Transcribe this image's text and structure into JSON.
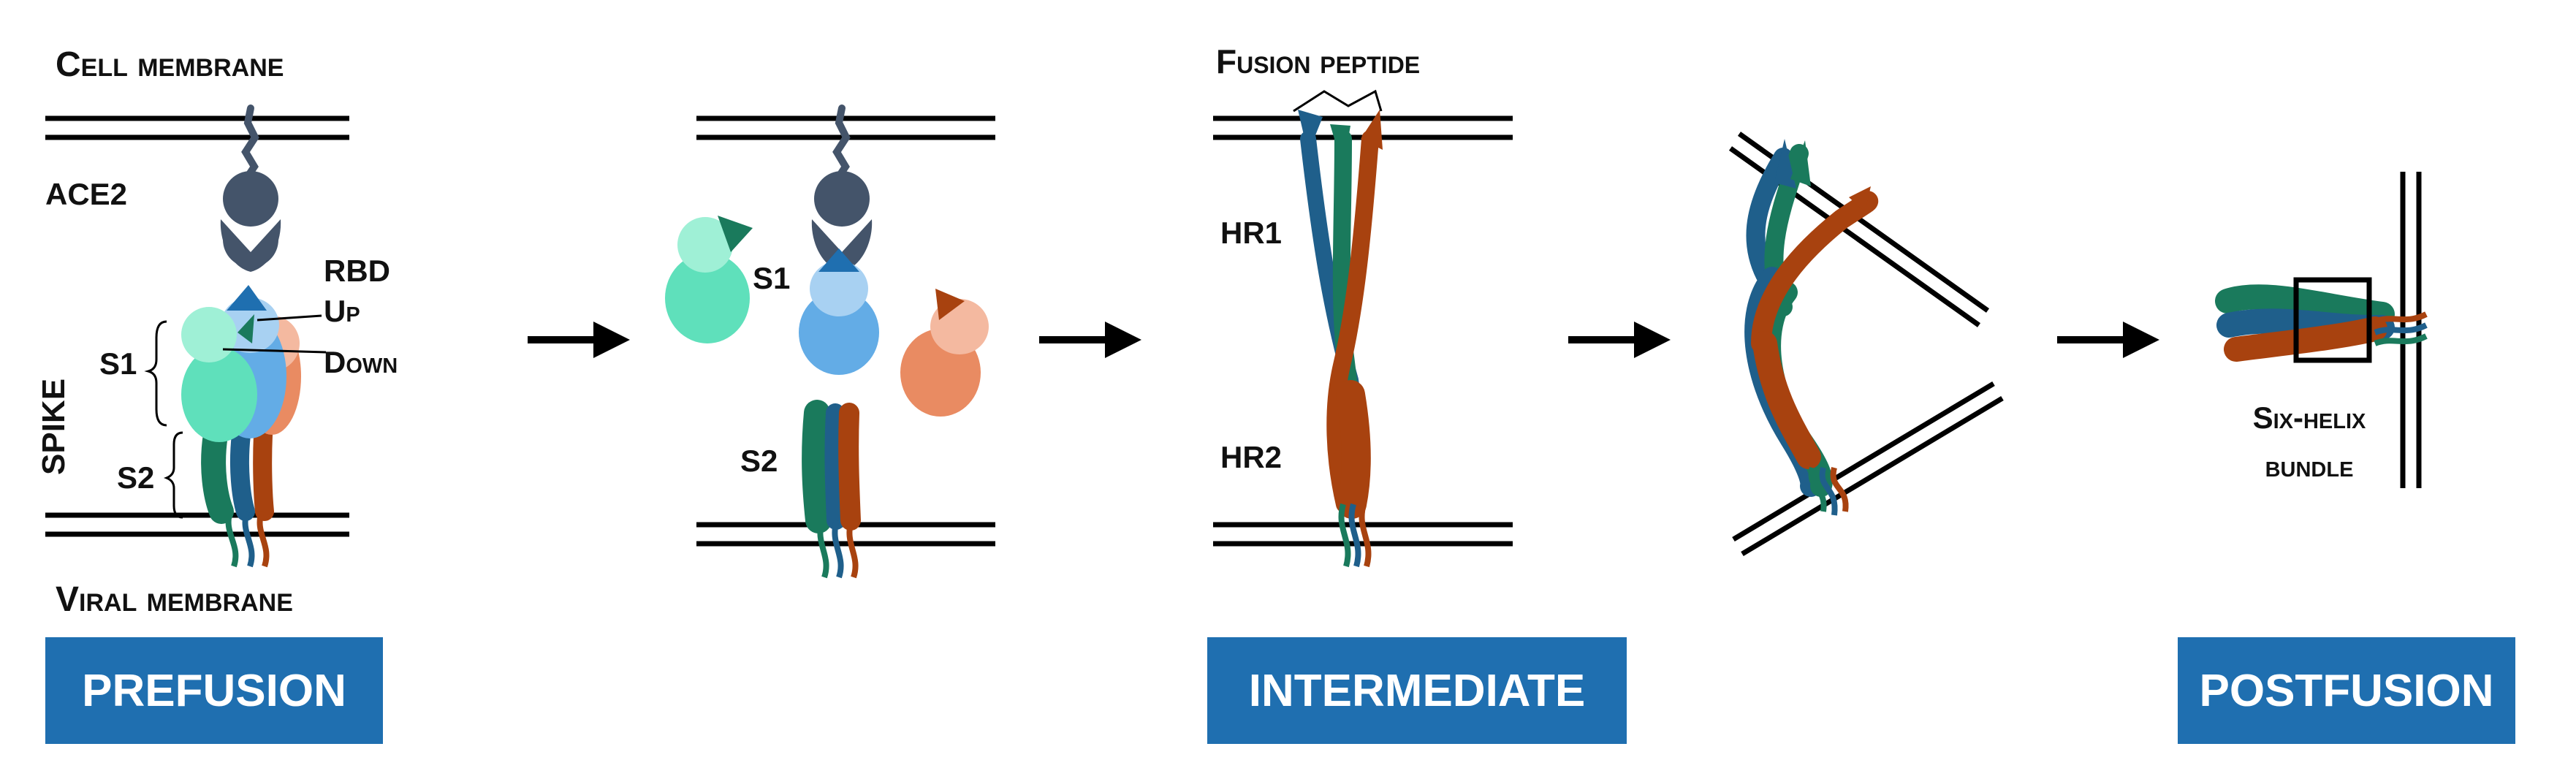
{
  "labels": {
    "cell_membrane": "Cell membrane",
    "ace2": "ACE2",
    "rbd": "RBD",
    "up": "Up",
    "down": "Down",
    "spike": "SPIKE",
    "s1": "S1",
    "s2": "S2",
    "viral_membrane": "Viral membrane",
    "fusion_peptide": "Fusion peptide",
    "hr1": "HR1",
    "hr2": "HR2",
    "six_helix_line1": "Six-helix",
    "six_helix_line2": "bundle"
  },
  "stages": {
    "prefusion": "PREFUSION",
    "intermediate": "INTERMEDIATE",
    "postfusion": "POSTFUSION"
  },
  "colors": {
    "stage_box": "#1f6fb0",
    "ace2": "#44546a",
    "s1_mint": "#5fe0bb",
    "s1_mint_light": "#9ff0d6",
    "s1_blue": "#63ace6",
    "s1_blue_light": "#a8d1f2",
    "s1_orange": "#e98b62",
    "s1_orange_light": "#f4b9a0",
    "helix_green": "#1a7a5c",
    "helix_blue": "#1f5f8b",
    "helix_orange": "#a8420f"
  }
}
